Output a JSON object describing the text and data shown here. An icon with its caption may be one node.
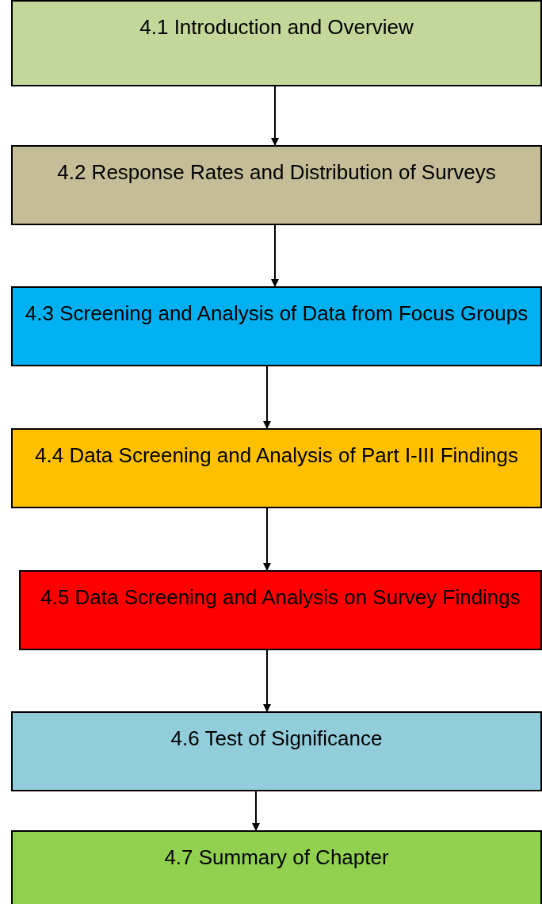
{
  "diagram": {
    "nodes": [
      {
        "text": [
          "4.1 Introduction and Overview"
        ]
      },
      {
        "text": [
          "4.2 Response Rates and Distribution of Surveys"
        ]
      },
      {
        "text": [
          "4.3 Screening and Analysis of Data from Focus Groups"
        ]
      },
      {
        "text": [
          "4.4 Data Screening and Analysis of Part I-III Findings"
        ]
      },
      {
        "text": [
          "4.5 Data Screening and Analysis on Survey Findings"
        ]
      },
      {
        "text": [
          "4.6 Test of Significance"
        ]
      },
      {
        "text": [
          "4.7 Summary of Chapter"
        ]
      }
    ],
    "edges": [
      {
        "from": 0,
        "to": 1,
        "arrow": "to"
      },
      {
        "from": 1,
        "to": 2,
        "arrow": "to"
      },
      {
        "from": 2,
        "to": 3,
        "arrow": "to"
      },
      {
        "from": 3,
        "to": 4,
        "arrow": "to"
      },
      {
        "from": 4,
        "to": 5,
        "arrow": "to"
      },
      {
        "from": 5,
        "to": 6,
        "arrow": "to"
      }
    ]
  }
}
